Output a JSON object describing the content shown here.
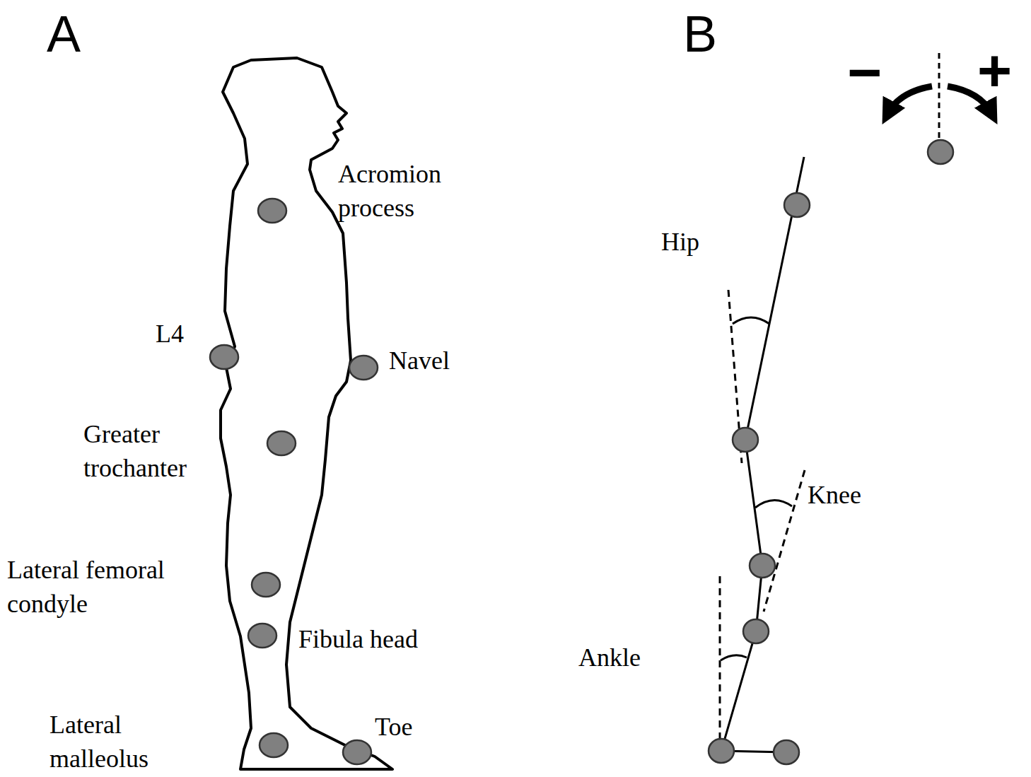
{
  "diagram": {
    "labels": [
      "A",
      "B",
      "Acromion process",
      "L4",
      "Navel",
      "Greater trochanter",
      "Lateral femoral condyle",
      "Fibula head",
      "Toe",
      "Lateral malleolus",
      "Hip",
      "Knee",
      "Ankle",
      "−",
      "+"
    ]
  }
}
